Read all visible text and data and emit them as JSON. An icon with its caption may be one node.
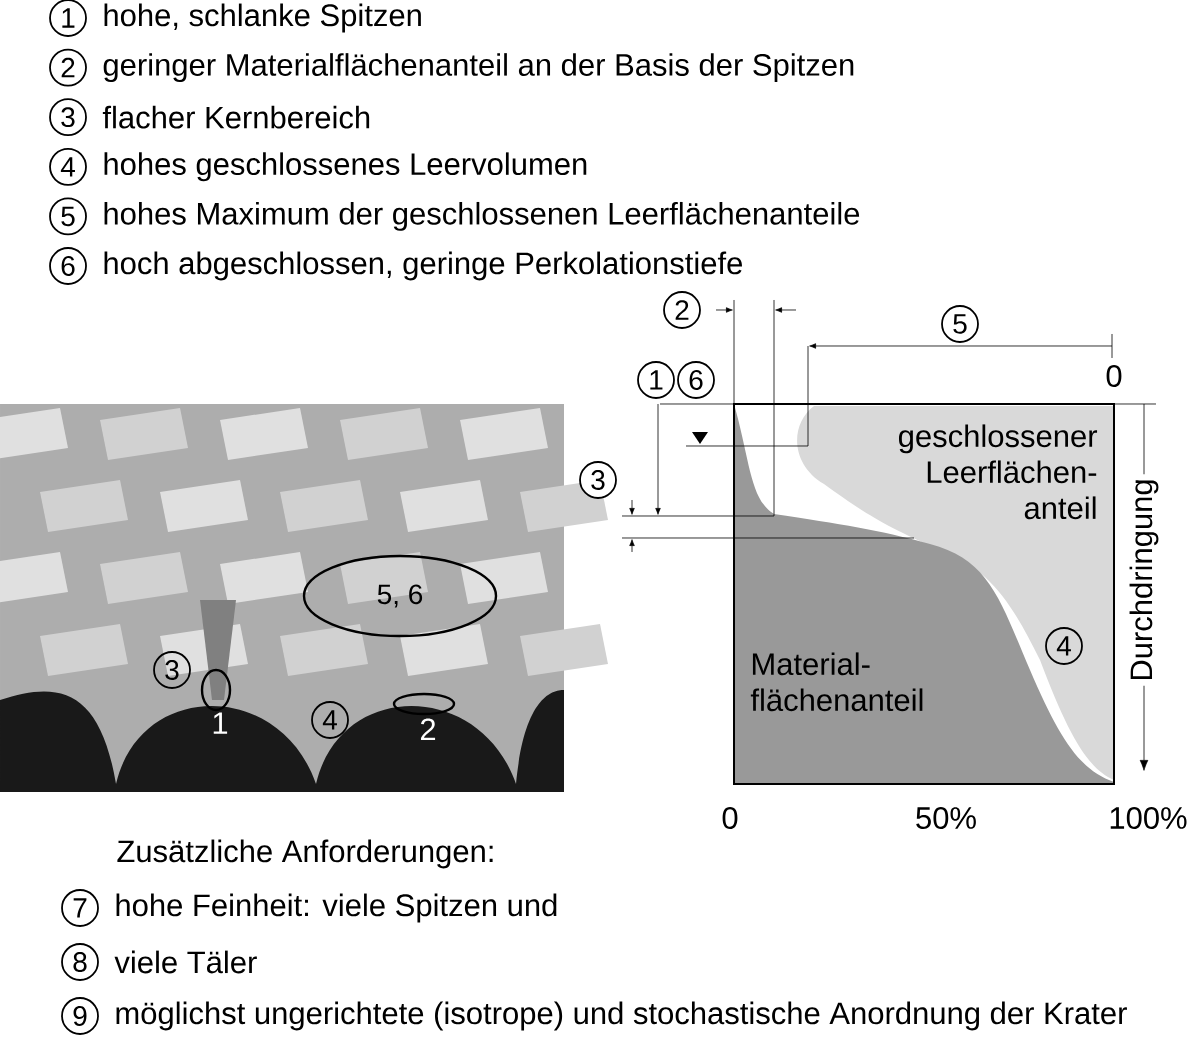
{
  "diagram": {
    "nodes": [
      {
        "text": [
          "1"
        ],
        "beside": [
          "hohe, schlanke Spitzen"
        ]
      },
      {
        "text": [
          "2"
        ],
        "beside": [
          "geringer Materialflächenanteil an der Basis der Spitzen"
        ]
      },
      {
        "text": [
          "3"
        ],
        "beside": [
          "flacher Kernbereich"
        ]
      },
      {
        "text": [
          "4"
        ],
        "beside": [
          "hohes geschlossenes Leervolumen"
        ]
      },
      {
        "text": [
          "5"
        ],
        "beside": [
          "hohes Maximum der geschlossenen Leerflächenanteile"
        ]
      },
      {
        "text": [
          "6"
        ],
        "beside": [
          "hoch abgeschlossen, geringe Perkolationstiefe"
        ]
      },
      {
        "text": [
          "2"
        ]
      },
      {
        "text": [
          "5"
        ]
      },
      {
        "text": [
          "1"
        ]
      },
      {
        "text": [
          "6"
        ]
      },
      {
        "text": [
          "3"
        ]
      },
      {
        "text": [
          "4"
        ]
      },
      {
        "text": [
          "5, 6"
        ]
      },
      {
        "text": [
          "3"
        ]
      },
      {
        "text": [],
        "shape": "ellipse",
        "beside": [
          "1"
        ]
      },
      {
        "text": [
          "4"
        ]
      },
      {
        "text": [],
        "shape": "ellipse",
        "beside": [
          "2"
        ]
      },
      {
        "text": [
          "7"
        ],
        "beside": [
          "hohe Feinheit: viele Spitzen und"
        ]
      },
      {
        "text": [
          "8"
        ],
        "beside": [
          "viele Täler"
        ]
      },
      {
        "text": [
          "9"
        ],
        "beside": [
          "möglichst ungerichtete (isotrope) und stochastische Anordnung der Krater"
        ]
      }
    ],
    "labels": [
      "0",
      "geschlossener Leerflächen- anteil",
      "Durchdringung",
      "Material- flächenanteil",
      "0",
      "50%",
      "100%",
      "Zusätzliche Anforderungen:"
    ]
  }
}
